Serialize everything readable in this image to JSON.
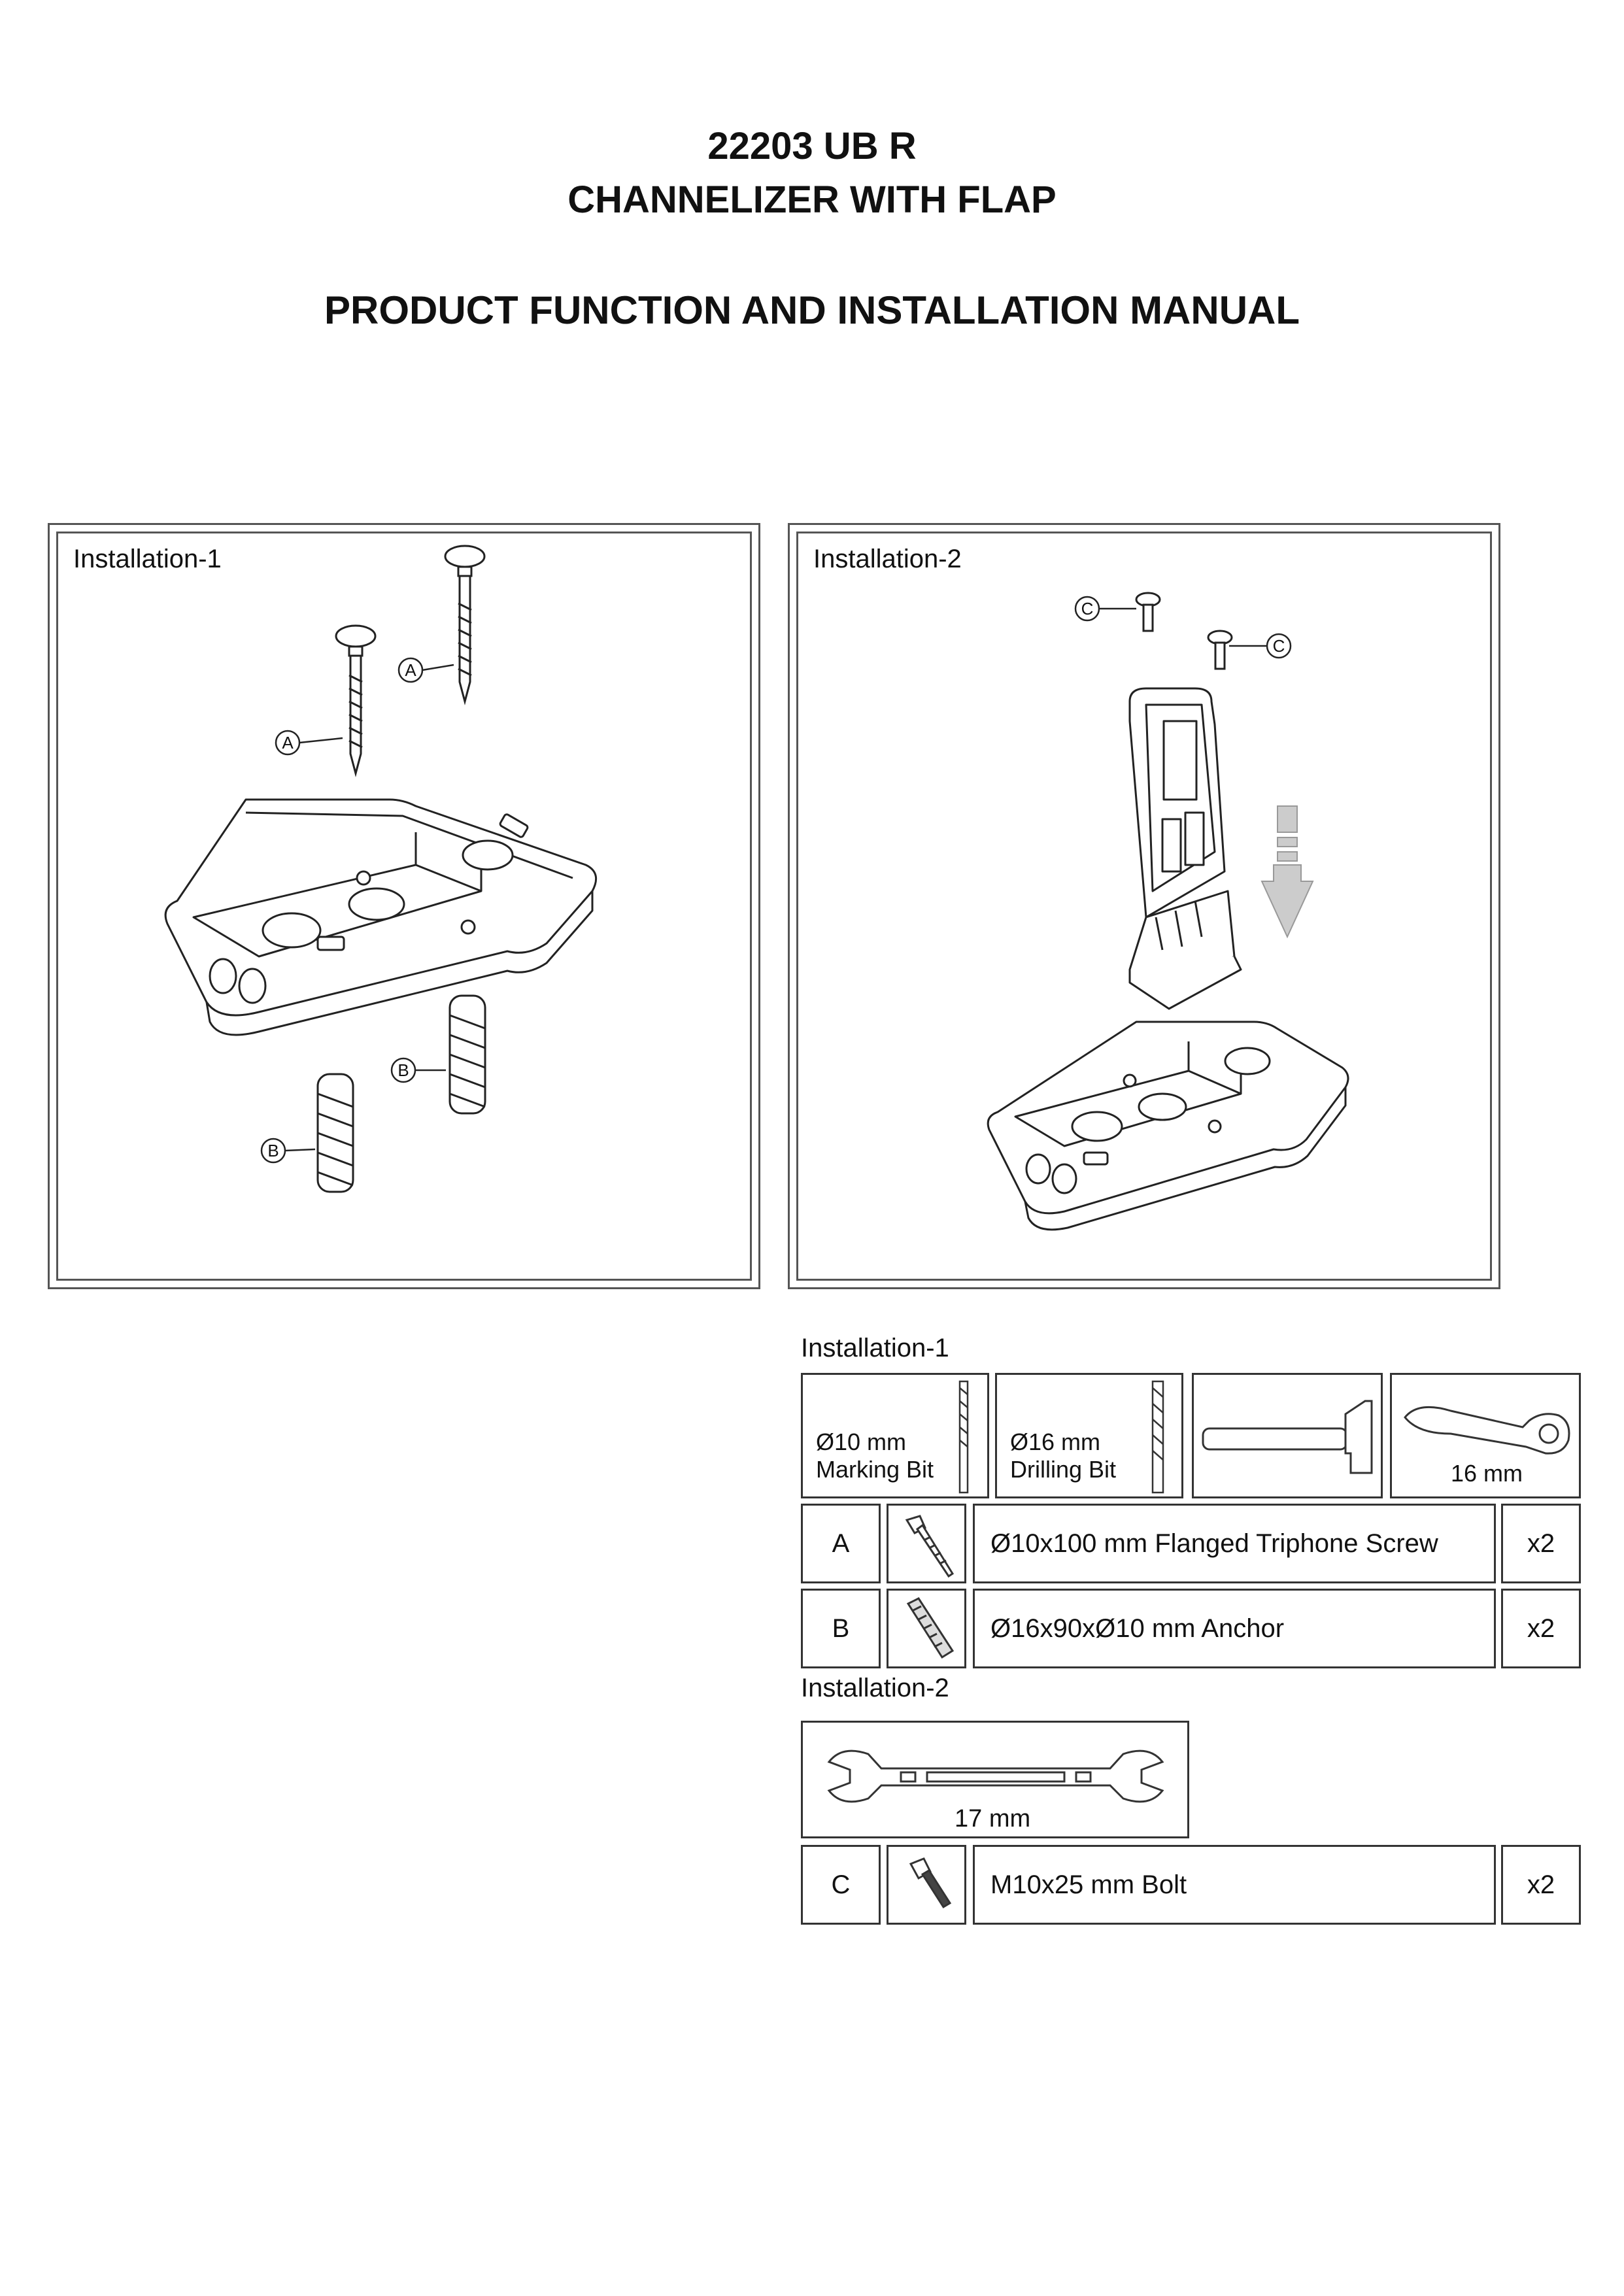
{
  "header": {
    "model": "22203 UB R",
    "product": "CHANNELIZER WITH FLAP",
    "manual": "PRODUCT FUNCTION AND INSTALLATION MANUAL"
  },
  "panels": {
    "installation1": {
      "title": "Installation-1",
      "callouts": [
        "A",
        "A",
        "B",
        "B"
      ]
    },
    "installation2": {
      "title": "Installation-2",
      "callouts": [
        "C",
        "C"
      ]
    }
  },
  "parts": {
    "section1_label": "Installation-1",
    "tools1": [
      {
        "name": "marking-bit",
        "line1": "Ø10 mm",
        "line2": "Marking Bit"
      },
      {
        "name": "drilling-bit",
        "line1": "Ø16 mm",
        "line2": "Drilling Bit"
      },
      {
        "name": "hammer",
        "line1": "",
        "line2": ""
      },
      {
        "name": "ratchet",
        "line1": "16 mm",
        "line2": ""
      }
    ],
    "items1": [
      {
        "code": "A",
        "icon": "screw-icon",
        "desc": "Ø10x100 mm Flanged Triphone Screw",
        "qty": "x2"
      },
      {
        "code": "B",
        "icon": "anchor-icon",
        "desc": "Ø16x90xØ10 mm Anchor",
        "qty": "x2"
      }
    ],
    "section2_label": "Installation-2",
    "tool2": {
      "name": "wrench",
      "size": "17 mm"
    },
    "items2": [
      {
        "code": "C",
        "icon": "bolt-icon",
        "desc": "M10x25 mm Bolt",
        "qty": "x2"
      }
    ]
  }
}
